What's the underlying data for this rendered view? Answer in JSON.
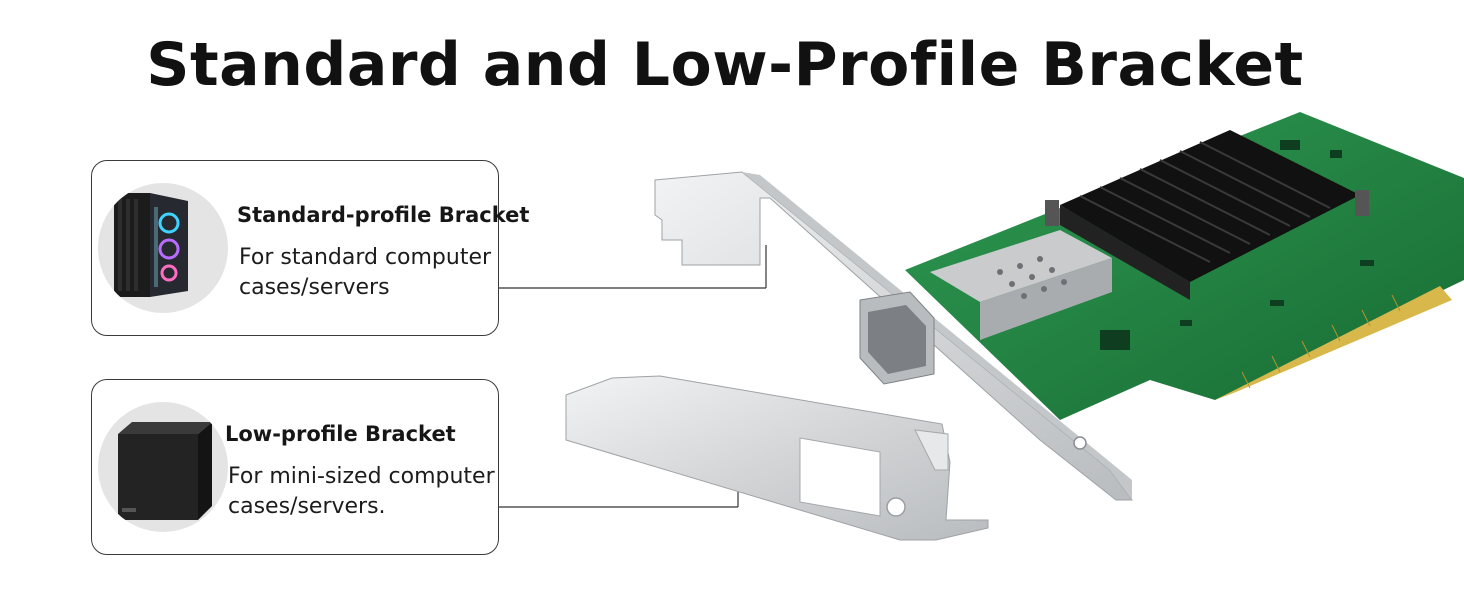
{
  "heading": "Standard and Low-Profile Bracket",
  "cards": [
    {
      "title": "Standard-profile Bracket",
      "description": "For standard computer cases/servers",
      "icon": "tower-case-icon"
    },
    {
      "title": "Low-profile Bracket",
      "description": "For mini-sized computer cases/servers.",
      "icon": "mini-case-icon"
    }
  ],
  "colors": {
    "pcb_green": "#1f7a3c",
    "gold_contacts": "#d8b84a",
    "bracket_silver": "#d6d8da",
    "heatsink": "#1a1a1a",
    "title_text": "#111111"
  }
}
